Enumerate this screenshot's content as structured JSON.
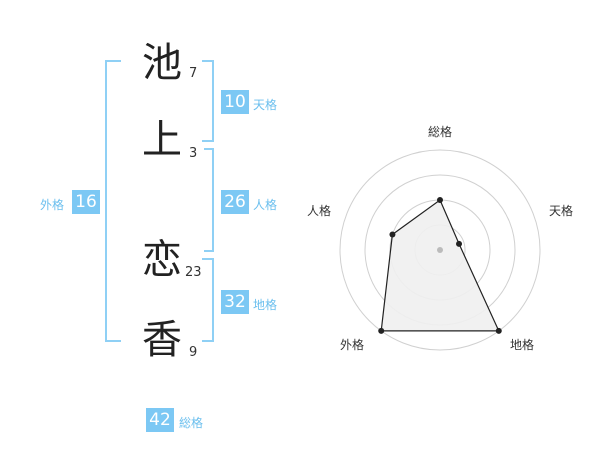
{
  "characters": [
    {
      "char": "池",
      "strokes": "7"
    },
    {
      "char": "上",
      "strokes": "3"
    },
    {
      "char": "恋",
      "strokes": "23"
    },
    {
      "char": "香",
      "strokes": "9"
    }
  ],
  "fortunes": {
    "ten": {
      "value": "10",
      "label": "天格"
    },
    "jin": {
      "value": "26",
      "label": "人格"
    },
    "chi": {
      "value": "32",
      "label": "地格"
    },
    "gai": {
      "value": "16",
      "label": "外格"
    },
    "sou": {
      "value": "42",
      "label": "総格"
    }
  },
  "chart_data": {
    "type": "radar",
    "axes": [
      "総格",
      "天格",
      "地格",
      "外格",
      "人格"
    ],
    "values": [
      0.5,
      0.2,
      1.0,
      1.0,
      0.5
    ],
    "range": [
      0,
      1
    ],
    "rings": 4,
    "colors": {
      "fill": "#f0f0f0",
      "stroke": "#222222",
      "ring": "#d0d0d0",
      "center": "#bbbbbb"
    }
  },
  "colors": {
    "accent": "#7cc8f4",
    "accent_text": "#6bbfee"
  }
}
